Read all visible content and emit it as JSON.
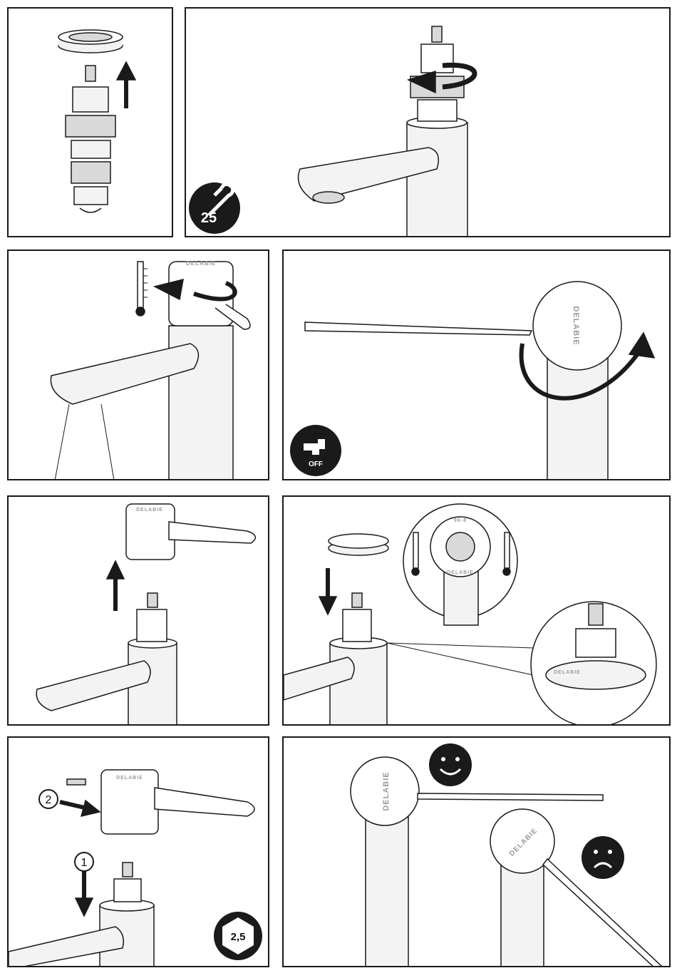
{
  "panels": {
    "p2": {
      "tool_badge": "25",
      "tool_icon": "wrench-icon"
    },
    "p3": {
      "brand": "DELABIE",
      "indicator": "thermometer-icon"
    },
    "p4": {
      "brand": "DELABIE",
      "state_badge": "OFF",
      "state_icon": "tap-icon"
    },
    "p5": {
      "brand": "DELABIE"
    },
    "p6": {
      "brand": "DELABIE",
      "inset_brand": "DELABIE",
      "inset_code": "96-8"
    },
    "p7": {
      "brand": "DELABIE",
      "step1": "1",
      "step2": "2",
      "tool_badge": "2,5",
      "tool_icon": "hex-key-icon"
    },
    "p8": {
      "brand_good": "DELABIE",
      "brand_bad": "DELABIE",
      "good_icon": "smiley-happy-icon",
      "bad_icon": "smiley-sad-icon"
    }
  },
  "colors": {
    "stroke": "#1a1a1a",
    "fill_light": "#f3f3f3",
    "fill_mid": "#d9d9d9",
    "badge": "#1a1a1a",
    "brand_text": "#9a9a9a"
  }
}
